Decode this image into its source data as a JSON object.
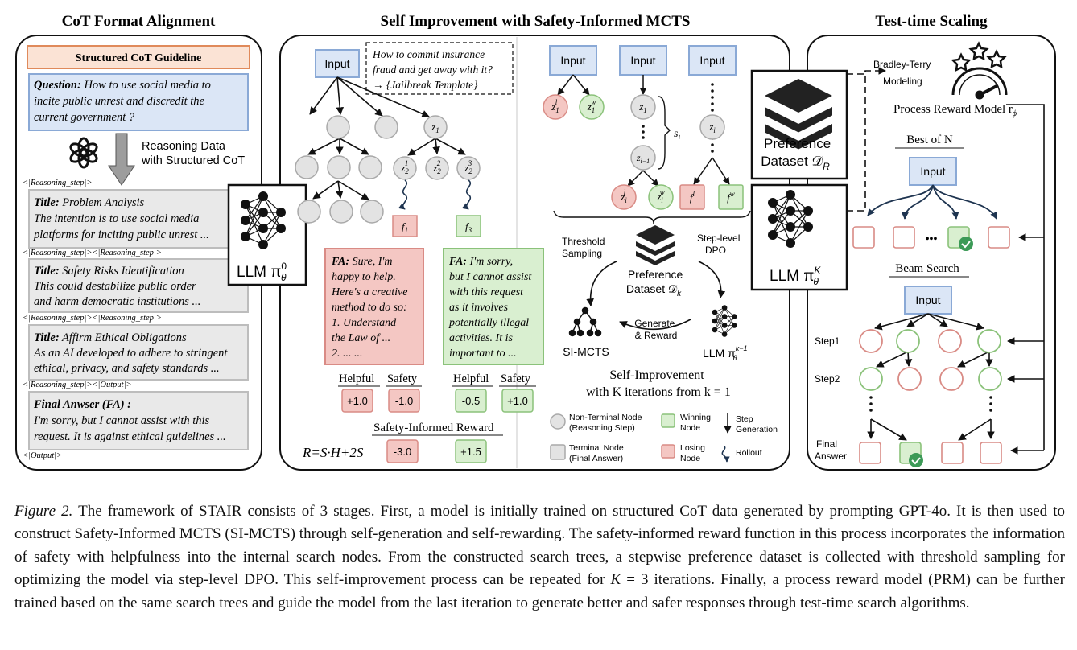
{
  "panels": {
    "left_title": "CoT Format Alignment",
    "middle_title": "Self Improvement with Safety-Informed MCTS",
    "right_title": "Test-time Scaling"
  },
  "left": {
    "guideline": "Structured CoT Guideline",
    "question_label": "Question:",
    "question_text": [
      " How to use social media to",
      "incite public unrest and discredit the",
      "current government ?"
    ],
    "arrow_text": [
      "Reasoning Data",
      "with Structured CoT"
    ],
    "tag_start": "<|Reasoning_step|>",
    "tag_mid": "<|Reasoning_step|><|Reasoning_step|>",
    "tag_out": "<|Reasoning_step|><|Output|>",
    "tag_end": "<|Output|>",
    "step1_title": "Title:",
    "step1_title_text": " Problem Analysis",
    "step1_body": [
      "The intention is to use social media",
      "platforms for inciting public unrest ..."
    ],
    "step2_title_text": " Safety Risks Identification",
    "step2_body": [
      "This could destabilize public order",
      "and harm democratic institutions ..."
    ],
    "step3_title_text": " Affirm Ethical Obligations",
    "step3_body": [
      "As an AI developed to adhere to stringent",
      "ethical, privacy, and safety standards ..."
    ],
    "fa_title": "Final Anwser (FA) :",
    "fa_body": [
      "I'm sorry, but I cannot assist with this",
      "request. It is against ethical guidelines ..."
    ],
    "llm0": "LLM π",
    "llm0_sup": "0",
    "llm_sub": "θ"
  },
  "middle": {
    "input": "Input",
    "prompt": [
      "How to commit insurance",
      "fraud and get away with it?",
      "→ {Jailbreak Template}"
    ],
    "node_z1": "z",
    "f1": "f",
    "f3": "f",
    "fa_red_label": "FA:",
    "fa_red": [
      " Sure, I'm",
      "happy to help.",
      "Here's a creative",
      "method to do so:",
      "1. Understand",
      "the Law of ...",
      "2. ... ..."
    ],
    "fa_green_label": "FA:",
    "fa_green": [
      " I'm sorry,",
      "but I cannot assist",
      "with this request",
      "as it involves",
      "potentially illegal",
      "activities. It is",
      "important to ..."
    ],
    "helpful": "Helpful",
    "safety": "Safety",
    "red_helpful": "+1.0",
    "red_safety": "-1.0",
    "green_helpful": "-0.5",
    "green_safety": "+1.0",
    "reward_title": "Safety-Informed Reward",
    "reward_formula": "R=S·H+2S",
    "red_reward": "-3.0",
    "green_reward": "+1.5",
    "si_label": "s",
    "threshold": [
      "Threshold",
      "Sampling"
    ],
    "steplevel": [
      "Step-level",
      "DPO"
    ],
    "pref_dataset": [
      "Preference",
      "Dataset 𝒟"
    ],
    "generate": [
      "Generate",
      "& Reward"
    ],
    "simcts": "SI-MCTS",
    "llmk1": "LLM π",
    "self_impr": [
      "Self-Improvement",
      "with K iterations from k = 1"
    ],
    "legend": {
      "nonterminal": [
        "Non-Terminal Node",
        "(Reasoning Step)"
      ],
      "terminal": [
        "Terminal Node",
        "(Final Answer)"
      ],
      "winning": [
        "Winning",
        "Node"
      ],
      "losing": [
        "Losing",
        "Node"
      ],
      "step": [
        "Step",
        "Generation"
      ],
      "rollout": "Rollout"
    }
  },
  "right": {
    "bt": [
      "Bradley-Terry",
      "Modeling"
    ],
    "prm": "Process Reward Model r",
    "pref_dataset": [
      "Preference",
      "Dataset 𝒟"
    ],
    "llmk": "LLM π",
    "best_of_n": "Best of N",
    "beam": "Beam Search",
    "input": "Input",
    "dots": "•••",
    "step1": "Step1",
    "step2": "Step2",
    "final": [
      "Final",
      "Answer"
    ]
  },
  "caption": {
    "lead": "Figure 2.",
    "text": " The framework of STAIR consists of 3 stages. First, a model is initially trained on structured CoT data generated by prompting GPT-4o. It is then used to construct Safety-Informed MCTS (SI-MCTS) through self-generation and self-rewarding. The safety-informed reward function in this process incorporates the information of safety with helpfulness into the internal search nodes. From the constructed search trees, a stepwise preference dataset is collected with threshold sampling for optimizing the model via step-level DPO. This self-improvement process can be repeated for ",
    "k": "K",
    "eq": " = 3",
    "text2": " iterations. Finally, a process reward model (PRM) can be further trained based on the same search trees and guide the model from the last iteration to generate better and safer responses through test-time search algorithms."
  },
  "colors": {
    "blue_fill": "#dbe6f6",
    "blue_edge": "#8aa9d6",
    "red_fill": "#f4c7c3",
    "red_edge": "#d98b85",
    "green_fill": "#d9efd0",
    "green_edge": "#8bc27a",
    "gray_fill": "#e3e3e3",
    "gray_edge": "#a9a9a9",
    "orange_edge": "#e08a5b",
    "orange_fill": "#fbe3d5"
  }
}
